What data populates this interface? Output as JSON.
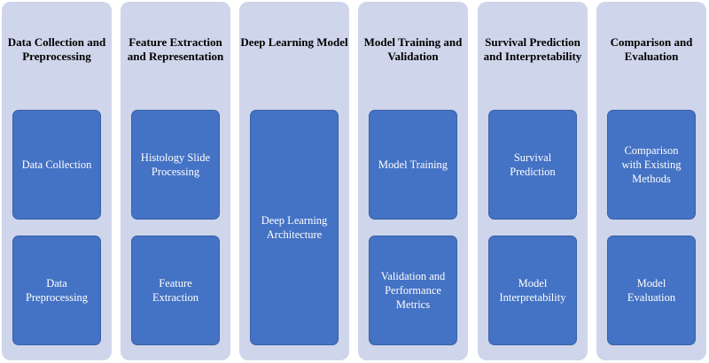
{
  "colors": {
    "column_bg": "#cfd5ea",
    "box_bg": "#4472c4",
    "box_text": "#ffffff",
    "title_text": "#000000"
  },
  "columns": [
    {
      "title": "Data Collection and Preprocessing",
      "boxes": [
        "Data Collection",
        "Data Preprocessing"
      ]
    },
    {
      "title": "Feature Extraction and Representation",
      "boxes": [
        "Histology Slide Processing",
        "Feature Extraction"
      ]
    },
    {
      "title": "Deep Learning Model",
      "boxes": [
        "Deep Learning Architecture"
      ]
    },
    {
      "title": "Model Training and Validation",
      "boxes": [
        "Model Training",
        "Validation and Performance Metrics"
      ]
    },
    {
      "title": "Survival Prediction and Interpretability",
      "boxes": [
        "Survival Prediction",
        "Model Interpretability"
      ]
    },
    {
      "title": "Comparison and Evaluation",
      "boxes": [
        "Comparison with Existing Methods",
        "Model Evaluation"
      ]
    }
  ]
}
